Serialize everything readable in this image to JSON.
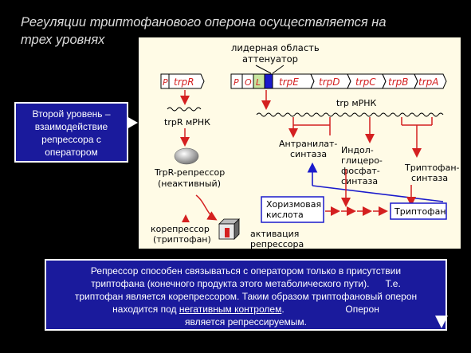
{
  "slide": {
    "title_line1": "Регуляции триптофанового оперона осуществляется на",
    "title_line2": "трех уровнях"
  },
  "diagram": {
    "leader_label_line1": "лидерная область",
    "leader_label_line2": "аттенуатор",
    "regulator_gene": {
      "p": "P",
      "name": "trpR"
    },
    "operon": {
      "p": "P",
      "o": "O",
      "l": "L",
      "genes": [
        "trpE",
        "trpD",
        "trpC",
        "trpB",
        "trpA"
      ]
    },
    "trpR_mrna": "trpR мРНК",
    "trp_mrna": "trp мРНК",
    "repressor_line1": "TrpR-репрессор",
    "repressor_line2": "(неактивный)",
    "corepressor_line1": "корепрессор",
    "corepressor_line2": "(триптофан)",
    "activation_line1": "активация",
    "activation_line2": "репрессора",
    "enzyme1_line1": "Антранилат-",
    "enzyme1_line2": "синтаза",
    "enzyme2_line1": "Индол-",
    "enzyme2_line2": "глицеро-",
    "enzyme2_line3": "фосфат-",
    "enzyme2_line4": "синтаза",
    "enzyme3_line1": "Триптофан-",
    "enzyme3_line2": "синтаза",
    "chorismate_line1": "Хоризмовая",
    "chorismate_line2": "кислота",
    "product": "Триптофан"
  },
  "callout": {
    "line1": "Второй уровень –",
    "line2": "взаимодействие",
    "line3": "репрессора с",
    "line4": "оператором"
  },
  "note": {
    "line1": "Репрессор способен связываться с оператором только в присутствии",
    "line2a": "триптофана (конечного продукта этого метаболического пути).",
    "line2b": "Т.е.",
    "line3": "триптофан является корепрессором. Таким образом триптофановый оперон",
    "line4a": "находится под",
    "line4u": "негативным контролем",
    "line4b": ".",
    "line4c": "Оперон",
    "line5": "является репрессируемым."
  },
  "colors": {
    "background": "#000000",
    "panel": "#fffbe6",
    "callout": "#1a1a9c",
    "arrow_red": "#d42020",
    "gene_text": "#d42020",
    "operator_green": "#c8e6a0",
    "leader_blue": "#1a1acc",
    "path_blue": "#1a1acc"
  }
}
